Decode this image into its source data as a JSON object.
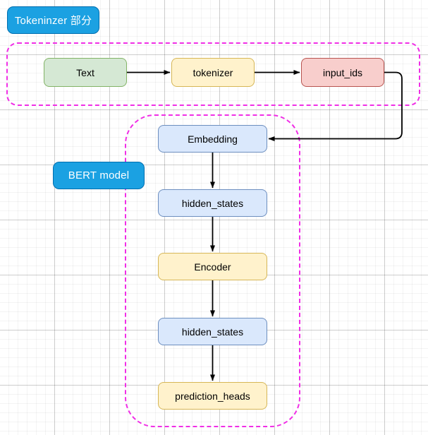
{
  "diagram": {
    "title": "BERT pipeline flowchart",
    "background": "#ffffff",
    "grid": true,
    "groups": [
      {
        "id": "tokenizer-group",
        "badge_label": "Tokeninzer 部分",
        "badge_color": "#1ba1e2",
        "border_color": "#f02fe6",
        "border_style": "dashed"
      },
      {
        "id": "bert-group",
        "badge_label": "BERT model",
        "badge_color": "#1ba1e2",
        "border_color": "#f02fe6",
        "border_style": "dashed"
      }
    ],
    "nodes": [
      {
        "id": "text",
        "label": "Text",
        "fill": "#d5e8d4",
        "stroke": "#82b366"
      },
      {
        "id": "tokenizer",
        "label": "tokenizer",
        "fill": "#fff2cc",
        "stroke": "#d6b656"
      },
      {
        "id": "input_ids",
        "label": "input_ids",
        "fill": "#f8cecc",
        "stroke": "#b85450"
      },
      {
        "id": "embedding",
        "label": "Embedding",
        "fill": "#dae8fc",
        "stroke": "#6c8ebf"
      },
      {
        "id": "hidden_states_1",
        "label": "hidden_states",
        "fill": "#dae8fc",
        "stroke": "#6c8ebf"
      },
      {
        "id": "encoder",
        "label": "Encoder",
        "fill": "#fff2cc",
        "stroke": "#d6b656"
      },
      {
        "id": "hidden_states_2",
        "label": "hidden_states",
        "fill": "#dae8fc",
        "stroke": "#6c8ebf"
      },
      {
        "id": "prediction_heads",
        "label": "prediction_heads",
        "fill": "#fff2cc",
        "stroke": "#d6b656"
      }
    ],
    "edges": [
      {
        "from": "text",
        "to": "tokenizer",
        "type": "straight-right"
      },
      {
        "from": "tokenizer",
        "to": "input_ids",
        "type": "straight-right"
      },
      {
        "from": "input_ids",
        "to": "embedding",
        "type": "orthogonal-down-left"
      },
      {
        "from": "embedding",
        "to": "hidden_states_1",
        "type": "straight-down"
      },
      {
        "from": "hidden_states_1",
        "to": "encoder",
        "type": "straight-down"
      },
      {
        "from": "encoder",
        "to": "hidden_states_2",
        "type": "straight-down"
      },
      {
        "from": "hidden_states_2",
        "to": "prediction_heads",
        "type": "straight-down"
      }
    ],
    "edge_color": "#000000"
  }
}
